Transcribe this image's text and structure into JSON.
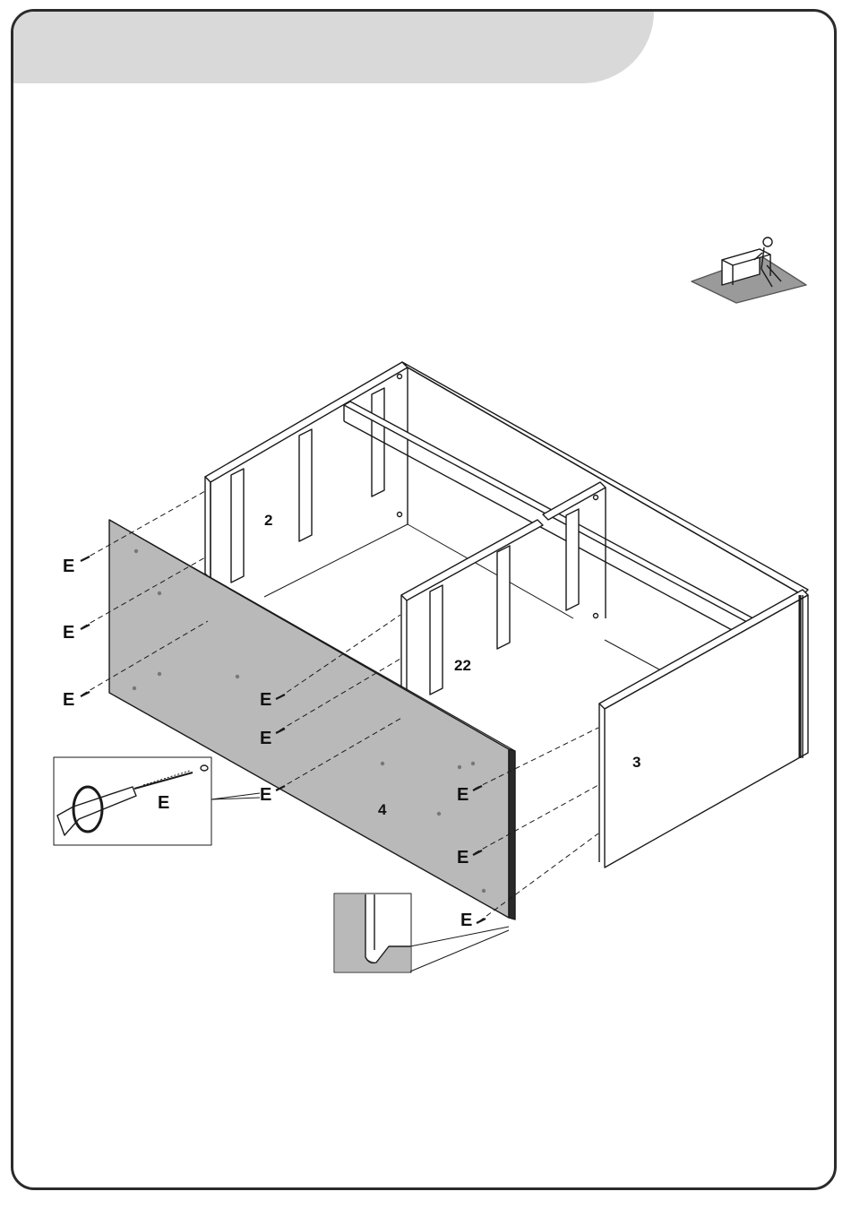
{
  "parts": {
    "p2": "2",
    "p22": "22",
    "p3": "3",
    "p4": "4"
  },
  "screw_label": "E",
  "colors": {
    "back_panel": "#b9b9b9",
    "line": "#1a1a1a",
    "header_band": "#d9d9d9"
  },
  "icons": {
    "screwdriver": "screwdriver-detail-icon",
    "edge_detail": "edge-detail-icon",
    "person": "one-person-assembly-icon"
  }
}
